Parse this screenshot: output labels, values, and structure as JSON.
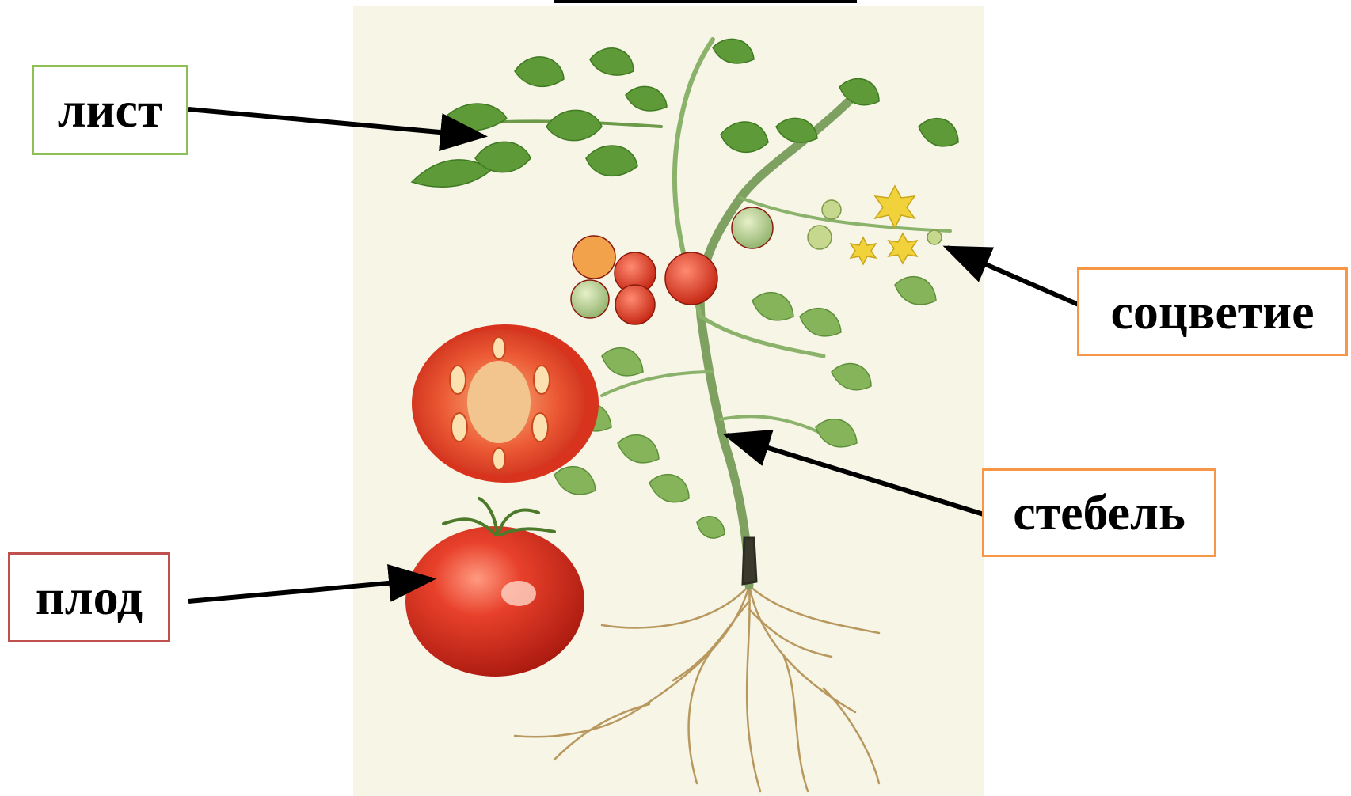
{
  "labels": {
    "leaf": "лист",
    "fruit": "плод",
    "inflorescence": "соцветие",
    "stem": "стебель"
  },
  "colors": {
    "leaf_box_border": "#8dc156",
    "fruit_box_border": "#c0504d",
    "inflorescence_box_border": "#f79646",
    "stem_box_border": "#f79646",
    "arrow": "#000000",
    "illustration_background": "#f6f5e6"
  }
}
